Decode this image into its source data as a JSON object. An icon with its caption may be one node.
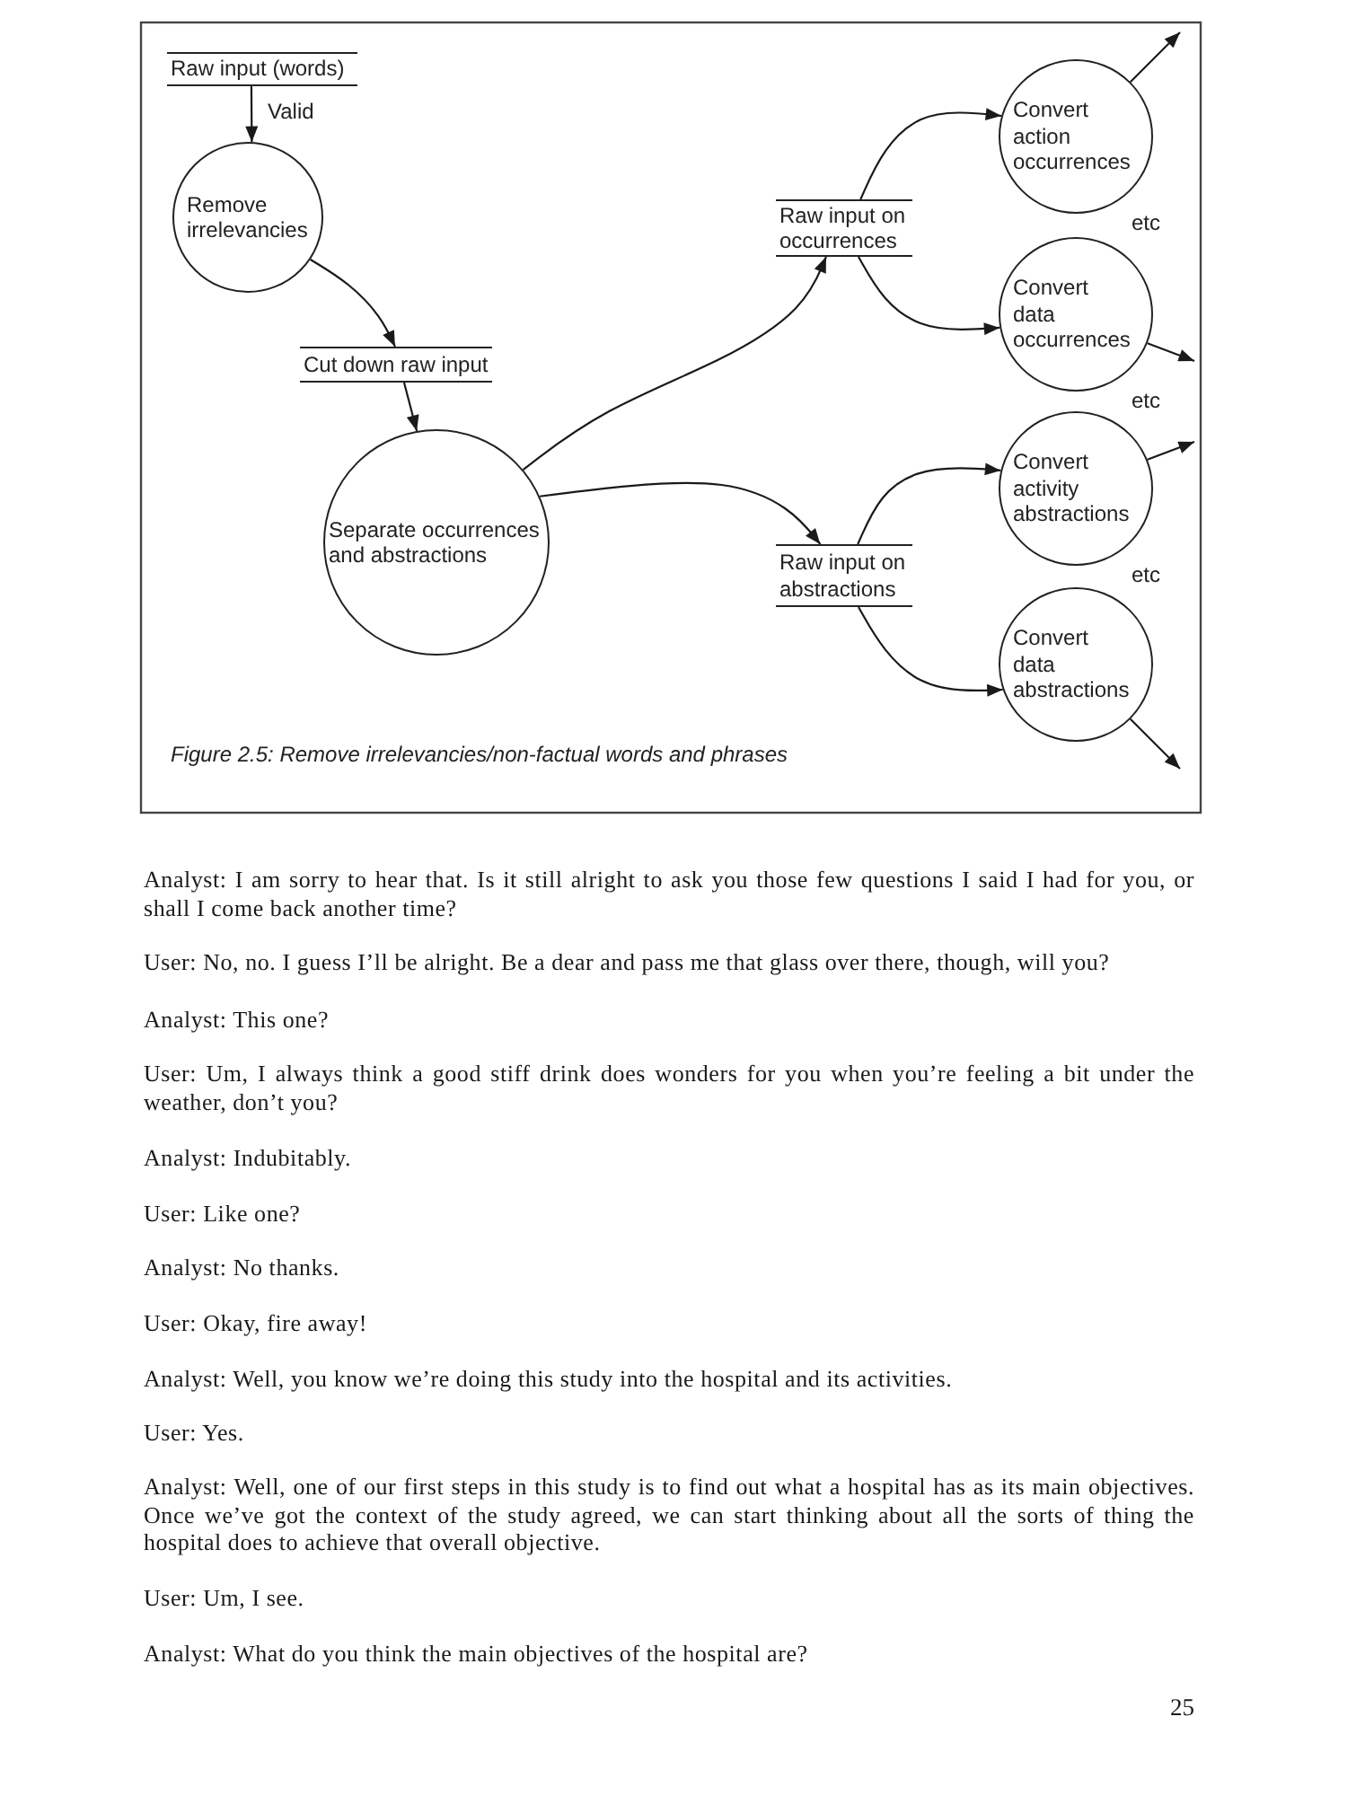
{
  "diagram": {
    "caption": "Figure 2.5: Remove irrelevancies/non-factual words and phrases",
    "nodes": [
      {
        "text": [
          "Raw input (words)"
        ]
      },
      {
        "text": [
          "Remove irrelevancies"
        ]
      },
      {
        "text": [
          "Cut down raw input"
        ]
      },
      {
        "text": [
          "Separate occurrences and abstractions"
        ]
      },
      {
        "text": [
          "Raw input on occurrences"
        ]
      },
      {
        "text": [
          "Convert action occurrences"
        ]
      },
      {
        "text": [
          "Convert data occurrences"
        ]
      },
      {
        "text": [
          "Raw input on abstractions"
        ]
      },
      {
        "text": [
          "Convert activity abstractions"
        ]
      },
      {
        "text": [
          "Convert data abstractions"
        ]
      }
    ],
    "edges": [
      {
        "from": 0,
        "to": 1,
        "arrow": "to",
        "label": "Valid"
      },
      {
        "from": 1,
        "to": 2,
        "arrow": "to"
      },
      {
        "from": 2,
        "to": 3,
        "arrow": "to"
      },
      {
        "from": 3,
        "to": 4,
        "arrow": "to"
      },
      {
        "from": 3,
        "to": 7,
        "arrow": "to"
      },
      {
        "from": 4,
        "to": 5,
        "arrow": "to"
      },
      {
        "from": 4,
        "to": 6,
        "arrow": "to"
      },
      {
        "from": 7,
        "to": 8,
        "arrow": "to"
      },
      {
        "from": 7,
        "to": 9,
        "arrow": "to"
      },
      {
        "from": 5,
        "to": null,
        "arrow": "to"
      },
      {
        "from": 6,
        "to": null,
        "arrow": "to"
      },
      {
        "from": 8,
        "to": null,
        "arrow": "to"
      },
      {
        "from": 9,
        "to": null,
        "arrow": "to"
      }
    ],
    "labels": [
      "etc",
      "etc",
      "etc",
      "Analyst: I am sorry to hear that. Is it still alright to ask you those few questions I said I had for you, or shall I come back another time?",
      "User: No, no. I guess I’ll be alright. Be a dear and pass me that glass over there, though, will you?",
      "Analyst: This one?",
      "User: Um, I always think a good stiff drink does wonders for you when you’re feeling a bit under the weather, don’t you?",
      "Analyst: Indubitably.",
      "User: Like one?",
      "Analyst: No thanks.",
      "User: Okay, fire away!",
      "Analyst: Well, you know we’re doing this study into the hospital and its activities.",
      "User: Yes.",
      "Analyst: Well, one of our first steps in this study is to find out what a hospital has as its main objectives. Once we’ve got the context of the study agreed, we can start thinking about all the sorts of thing the hospital does to achieve that overall objective.",
      "User: Um, I see.",
      "Analyst: What do you think the main objectives of the hospital are?",
      "25"
    ]
  }
}
